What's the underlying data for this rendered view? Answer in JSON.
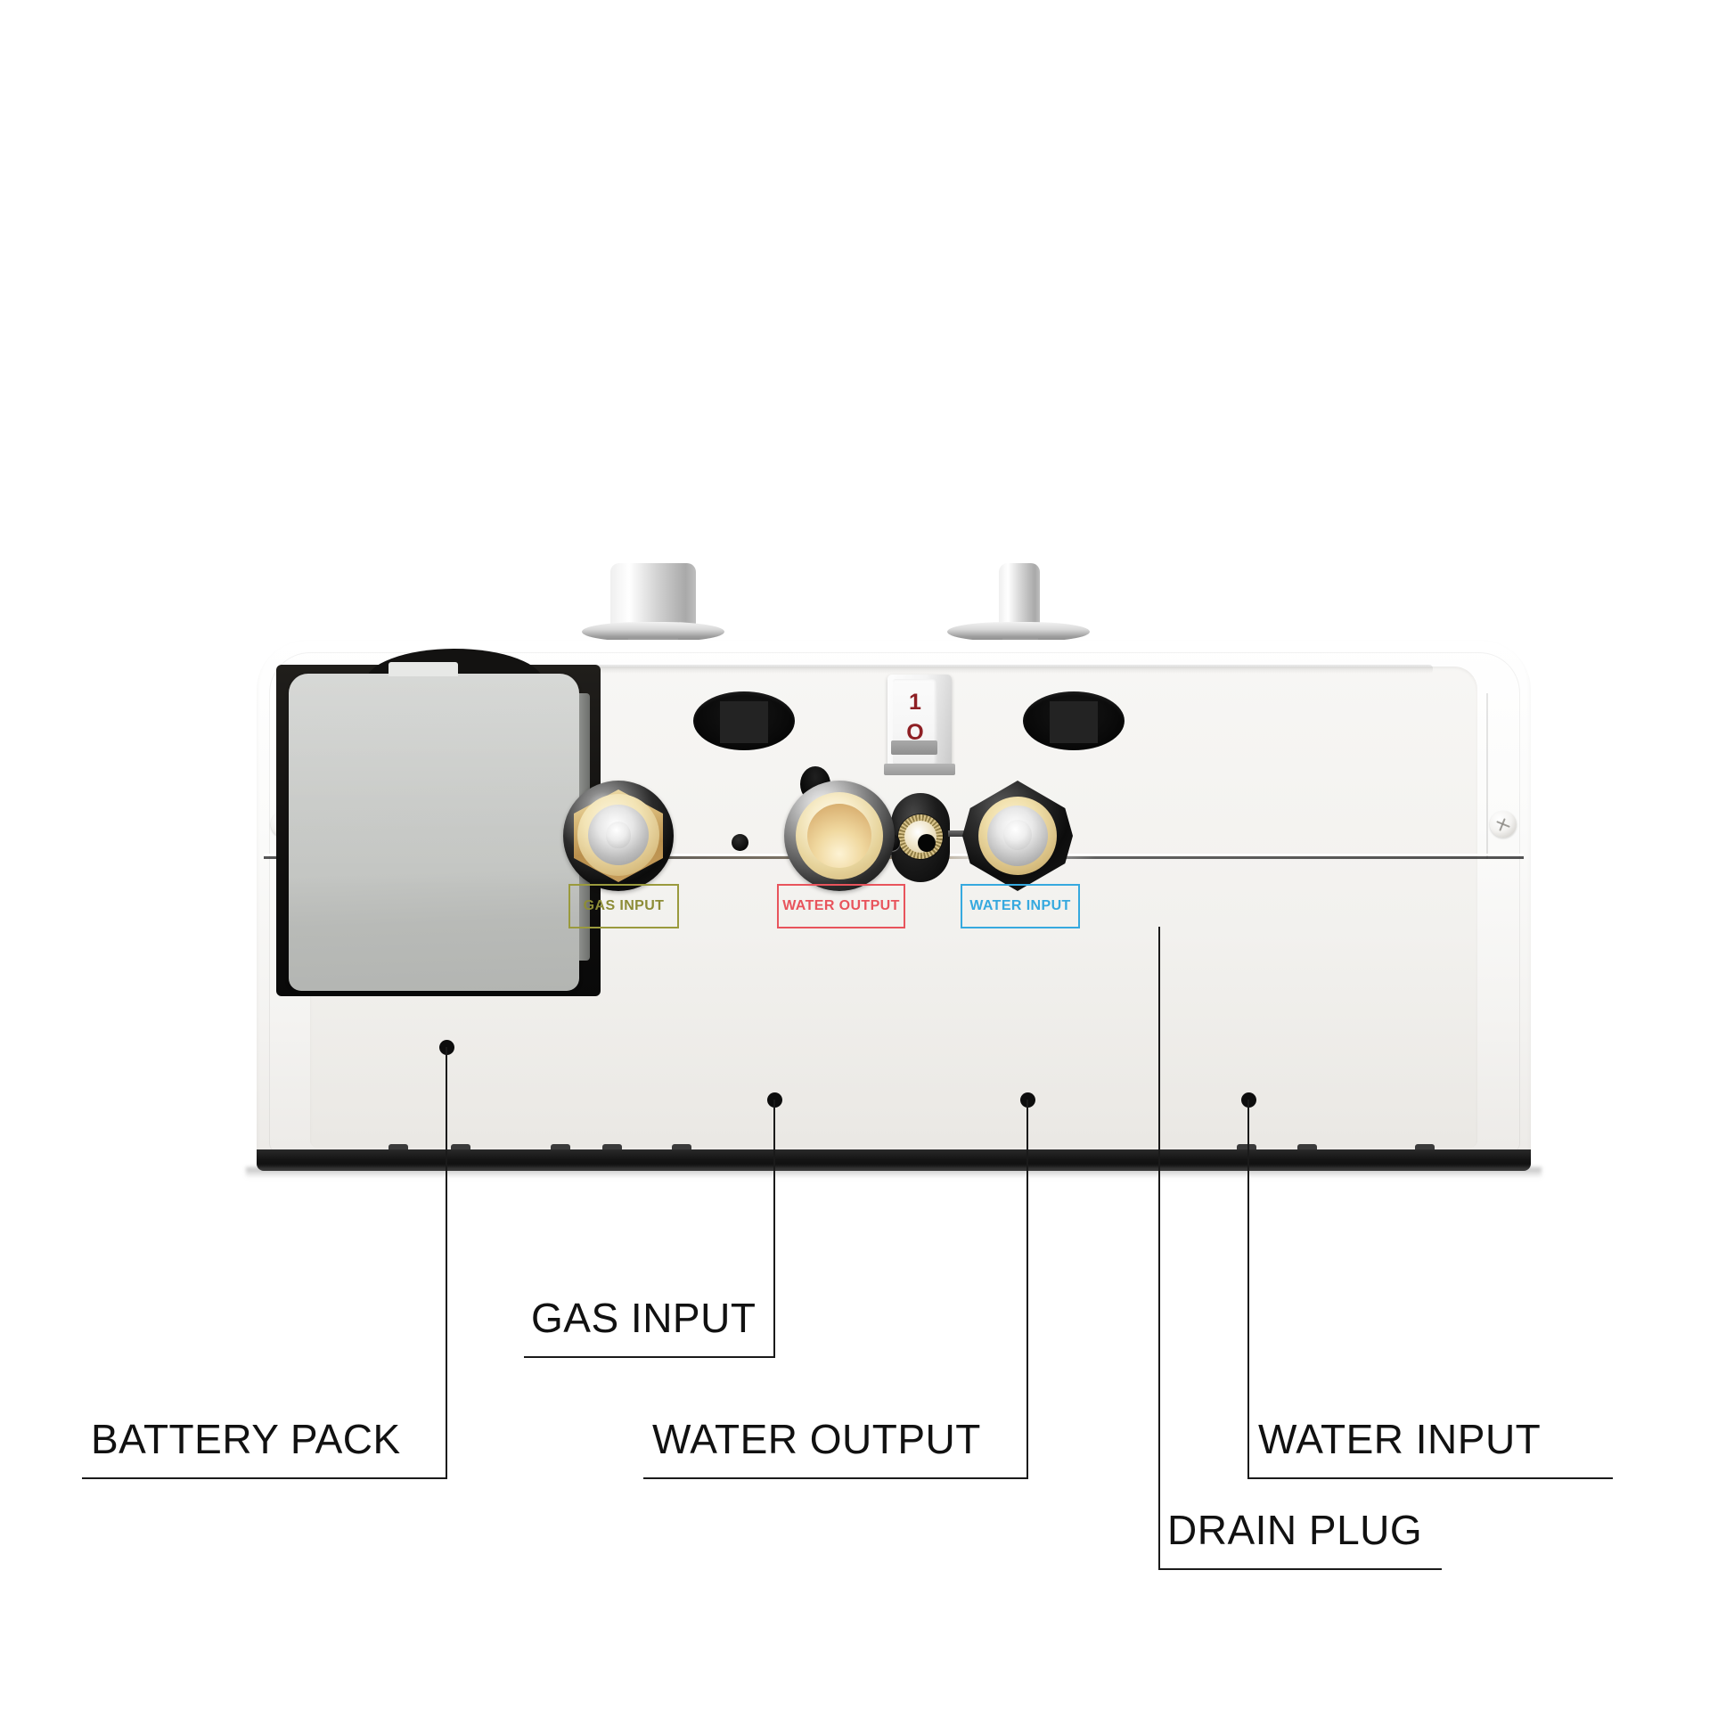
{
  "diagram": {
    "product": "tankless water heater rear panel",
    "background_color": "#ffffff",
    "line_color": "#1a1a1a"
  },
  "port_badges": [
    {
      "id": "gas-input",
      "text": "GAS INPUT",
      "color": "#9a9a3d"
    },
    {
      "id": "water-output",
      "text": "WATER OUTPUT",
      "color": "#e8545c"
    },
    {
      "id": "water-input",
      "text": "WATER INPUT",
      "color": "#36a9df"
    }
  ],
  "callouts": [
    {
      "id": "battery-pack",
      "label": "BATTERY PACK"
    },
    {
      "id": "gas-input",
      "label": "GAS INPUT"
    },
    {
      "id": "water-output",
      "label": "WATER OUTPUT"
    },
    {
      "id": "water-input",
      "label": "WATER INPUT"
    },
    {
      "id": "drain-plug",
      "label": "DRAIN PLUG"
    }
  ],
  "power_switch": {
    "on_mark": "1",
    "off_mark": "O",
    "mark_color": "#8e1f24"
  }
}
